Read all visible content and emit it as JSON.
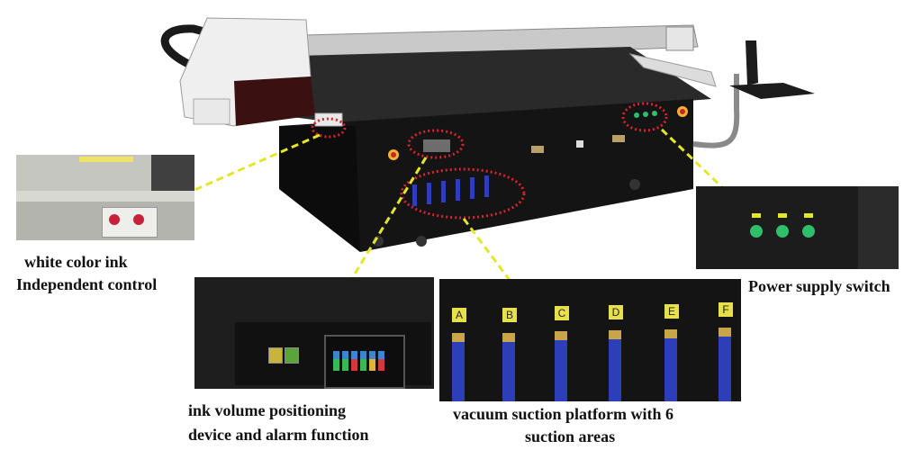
{
  "captions": {
    "white_ink_line1": "white color ink",
    "white_ink_line2": "Independent control",
    "power_switch": "Power supply switch",
    "ink_volume_line1": "ink volume positioning",
    "ink_volume_line2": "device and alarm function",
    "vacuum_line1": "vacuum suction platform with 6",
    "vacuum_line2": "suction areas"
  },
  "valve_labels": [
    "A",
    "B",
    "C",
    "D",
    "E",
    "F"
  ],
  "colors": {
    "callout_circle": "#d9242f",
    "callout_arrow": "#e4e62a",
    "printer_body": "#141414",
    "switch_green": "#2fbf6b",
    "valve_blue": "#2c3fb8"
  }
}
